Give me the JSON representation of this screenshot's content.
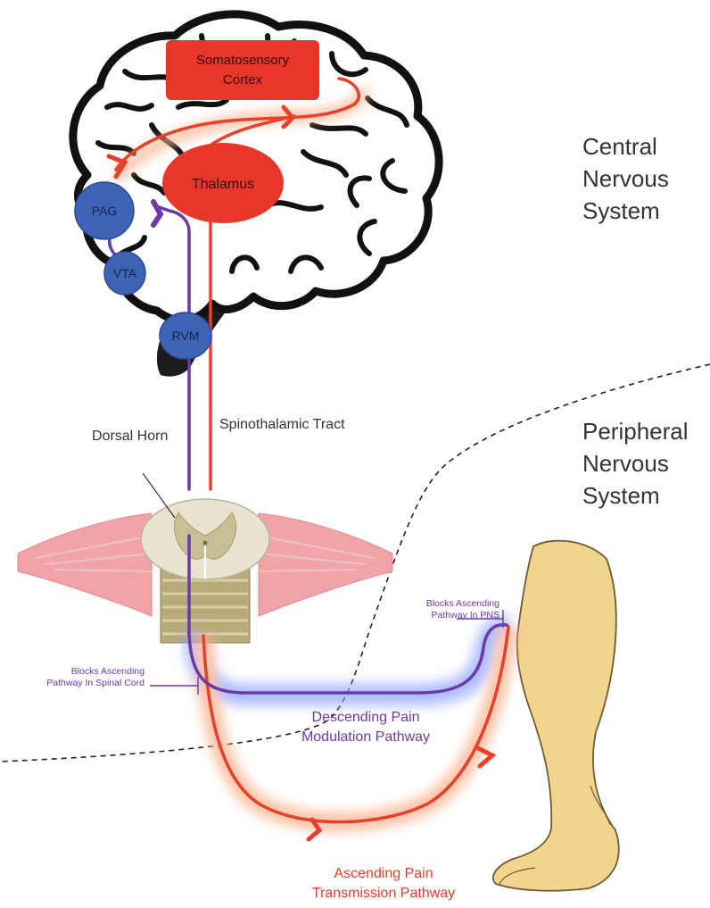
{
  "regions": {
    "central": [
      "Central",
      "Nervous",
      "System"
    ],
    "peripheral": [
      "Peripheral",
      "Nervous",
      "System"
    ]
  },
  "brain": {
    "cortex": [
      "Somatosensory",
      "Cortex"
    ],
    "thalamus": "Thalamus"
  },
  "nodes": {
    "pag": "PAG",
    "vta": "VTA",
    "rvm": "RVM"
  },
  "labels": {
    "dorsal_horn": "Dorsal Horn",
    "spinothalamic": "Spinothalamic Tract",
    "block_pns": [
      "Blocks Ascending",
      "Pathway In PNS"
    ],
    "block_cord": [
      "Blocks Ascending",
      "Pathway In Spinal Cord"
    ],
    "descending": [
      "Descending Pain",
      "Modulation Pathway"
    ],
    "ascending": [
      "Ascending Pain",
      "Transmission Pathway"
    ]
  },
  "colors": {
    "ascending": "#e8402a",
    "descending": "#6a3aa8",
    "node_fill": "#3f63b7",
    "cortex_fill": "#e8362a",
    "leg_fill": "#f2d48f",
    "muscle_fill": "#f2a3a8"
  }
}
